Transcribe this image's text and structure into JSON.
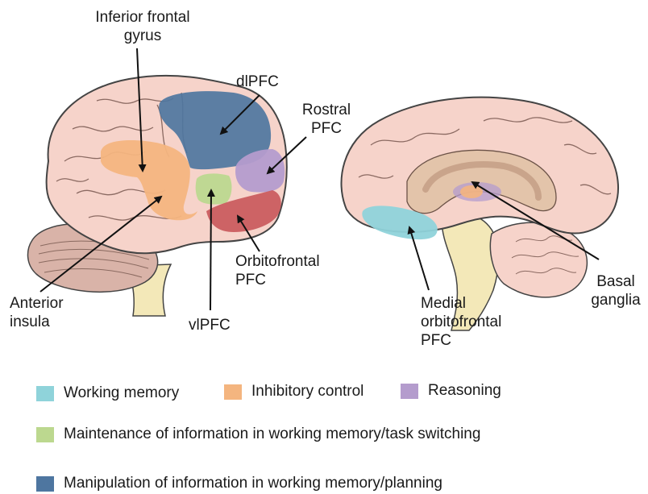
{
  "colors": {
    "working_memory": "#8fd3da",
    "inhibitory_control": "#f4b57f",
    "reasoning": "#b49ccd",
    "maintenance": "#bcd88f",
    "manipulation": "#4e76a0",
    "orbitofrontal": "#c95a5e",
    "brain_fill": "#f6d3ca",
    "brain_stroke": "#444444",
    "cerebellum": "#d9b3a8",
    "brainstem": "#f3e8b8",
    "medial_inner": "#e3c4aa",
    "arrow": "#111111"
  },
  "labels": {
    "inferior_frontal_gyrus": [
      "Inferior frontal",
      "gyrus"
    ],
    "dlpfc": "dlPFC",
    "rostral_pfc": [
      "Rostral",
      "PFC"
    ],
    "orbitofrontal_pfc": [
      "Orbitofrontal",
      "PFC"
    ],
    "anterior_insula": [
      "Anterior",
      "insula"
    ],
    "vlpfc": "vlPFC",
    "basal_ganglia": [
      "Basal",
      "ganglia"
    ],
    "medial_orbitofrontal_pfc": [
      "Medial",
      "orbitofrontal",
      "PFC"
    ]
  },
  "legend": [
    {
      "label": "Working memory",
      "color": "#8fd3da"
    },
    {
      "label": "Inhibitory control",
      "color": "#f4b57f"
    },
    {
      "label": "Reasoning",
      "color": "#b49ccd"
    },
    {
      "label": "Maintenance of information in working memory/task switching",
      "color": "#bcd88f"
    },
    {
      "label": "Manipulation of information in working memory/planning",
      "color": "#4e76a0"
    }
  ]
}
